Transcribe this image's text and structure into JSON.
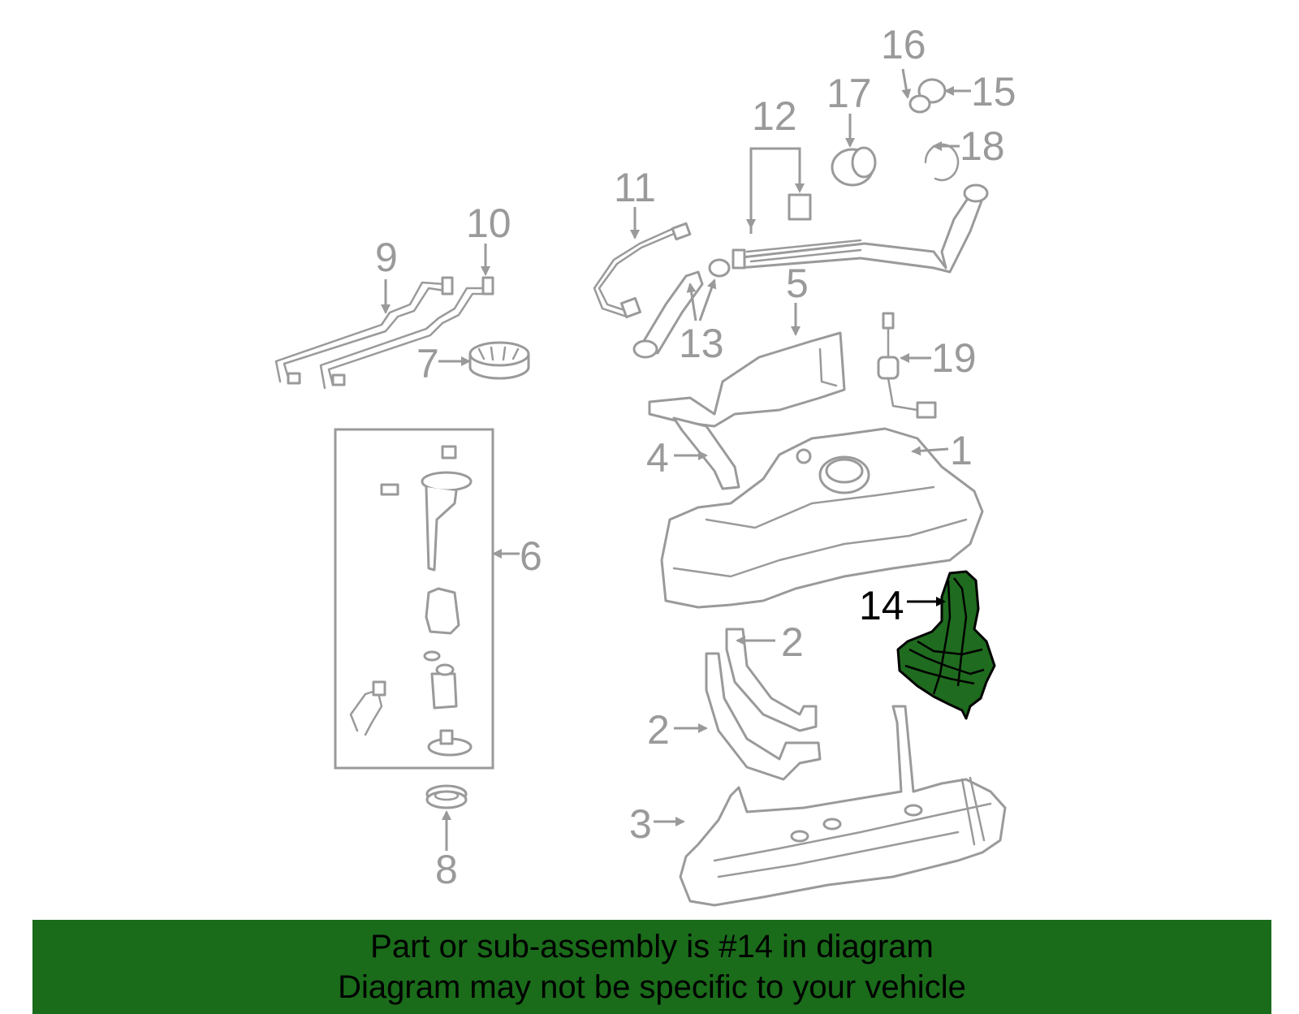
{
  "callouts": {
    "c1": "1",
    "c2a": "2",
    "c2b": "2",
    "c3": "3",
    "c4": "4",
    "c5": "5",
    "c6": "6",
    "c7": "7",
    "c8": "8",
    "c9": "9",
    "c10": "10",
    "c11": "11",
    "c12": "12",
    "c13": "13",
    "c14": "14",
    "c15": "15",
    "c16": "16",
    "c17": "17",
    "c18": "18",
    "c19": "19"
  },
  "highlight_color": "#1a6b1a",
  "banner": {
    "line1": "Part or sub-assembly is #14 in diagram",
    "line2": "Diagram may not be specific to your vehicle"
  }
}
